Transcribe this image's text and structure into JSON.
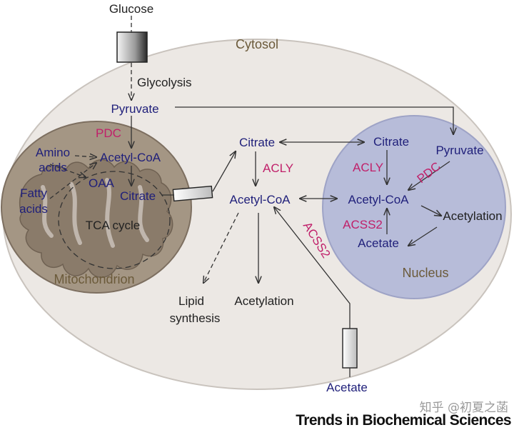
{
  "labels": {
    "glucose": "Glucose",
    "cytosol": "Cytosol",
    "glycolysis": "Glycolysis",
    "pyruvate_cyto": "Pyruvate",
    "pdc_mito": "PDC",
    "amino_acids_line1": "Amino",
    "amino_acids_line2": "acids",
    "acetyl_coa_mito": "Acetyl-CoA",
    "oaa": "OAA",
    "fatty_acids_line1": "Fatty",
    "fatty_acids_line2": "acids",
    "citrate_mito": "Citrate",
    "tca_cycle": "TCA cycle",
    "mitochondrion": "Mitochondrion",
    "citrate_cyto": "Citrate",
    "acly_cyto": "ACLY",
    "acetyl_coa_cyto": "Acetyl-CoA",
    "lipid_synthesis_line1": "Lipid",
    "lipid_synthesis_line2": "synthesis",
    "acetylation_cyto": "Acetylation",
    "acss2_cyto": "ACSS2",
    "acetate_outside": "Acetate",
    "citrate_nuc": "Citrate",
    "pyruvate_nuc": "Pyruvate",
    "acly_nuc": "ACLY",
    "pdc_nuc": "PDC",
    "acetyl_coa_nuc": "Acetyl-CoA",
    "acss2_nuc": "ACSS2",
    "acetylation_nuc": "Acetylation",
    "acetate_nuc": "Acetate",
    "nucleus": "Nucleus"
  },
  "journal": "Trends in Biochemical Sciences",
  "watermark": "知乎 @初夏之菡",
  "colors": {
    "cell_fill": "#ece8e4",
    "mito_outer": "#a49684",
    "mito_inner": "#8a7b6a",
    "nucleus_fill": "#b7bcd9",
    "metabolite": "#1f1f7a",
    "enzyme": "#c0206a",
    "compartment_label": "#6b5a3a"
  }
}
